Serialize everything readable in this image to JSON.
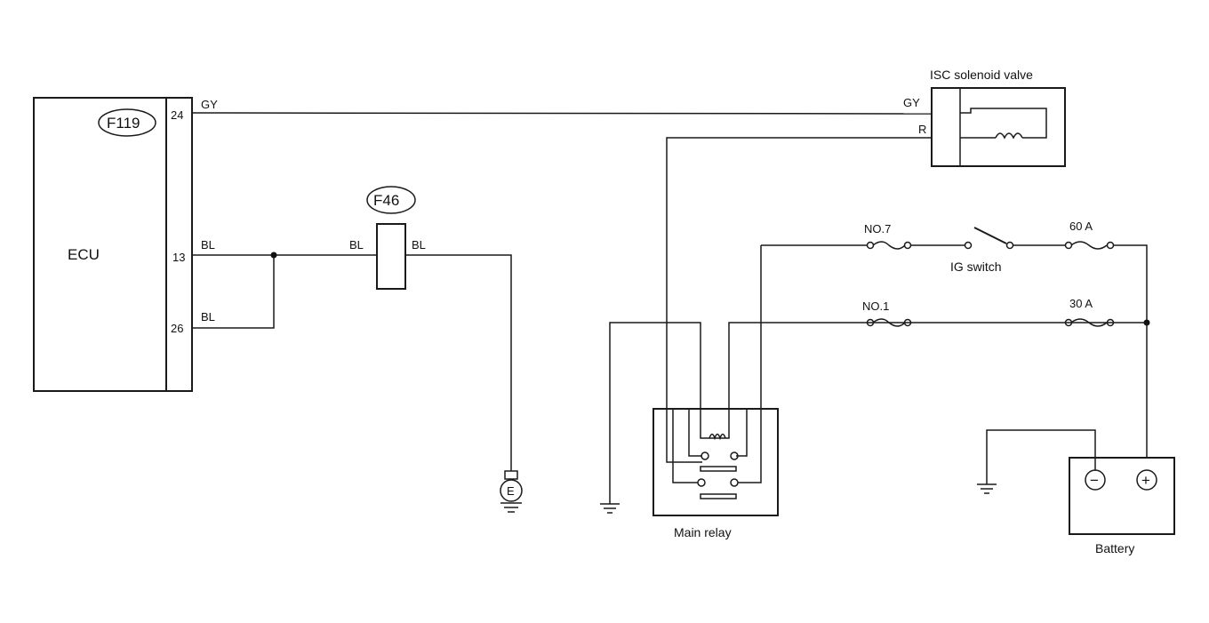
{
  "ecu": {
    "label": "ECU",
    "connector": "F119",
    "pins": {
      "p24": "24",
      "p13": "13",
      "p26": "26"
    }
  },
  "wires": {
    "gy_ecu": "GY",
    "bl_13": "BL",
    "bl_26": "BL",
    "bl_f46_in": "BL",
    "bl_f46_out": "BL",
    "gy_valve": "GY",
    "r_valve": "R"
  },
  "connector_f46": {
    "label": "F46"
  },
  "ground_ecu": {
    "label": "E"
  },
  "isc_valve": {
    "label": "ISC solenoid valve"
  },
  "main_relay": {
    "label": "Main relay"
  },
  "fuses": {
    "no7": "NO.7",
    "no1": "NO.1",
    "a60": "60 A",
    "a30": "30 A"
  },
  "ig_switch": {
    "label": "IG switch"
  },
  "battery": {
    "label": "Battery",
    "neg": "−",
    "pos": "+"
  }
}
